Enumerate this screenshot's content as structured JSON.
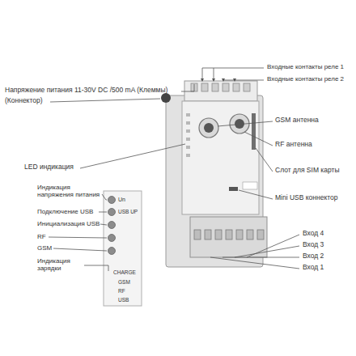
{
  "diagram": {
    "labels": [
      "Входные контакты реле 1",
      "Входные контакты реле 2",
      "Напряжение питания 11-30V DC /500 mA (Клеммы)",
      "(Коннектор)",
      "GSM антенна",
      "RF антенна",
      "LED индикация",
      "Слот для SIM карты",
      "Mini USB коннектор",
      "Индикация напряжения питания",
      "Подключение USB",
      "Инициализация USB",
      "RF",
      "GSM",
      "Индикация зарядки",
      "Un",
      "USB UP",
      "CHARGE",
      "GSM",
      "RF",
      "USB",
      "Вход 4",
      "Вход 3",
      "Вход 2",
      "Вход 1"
    ]
  }
}
